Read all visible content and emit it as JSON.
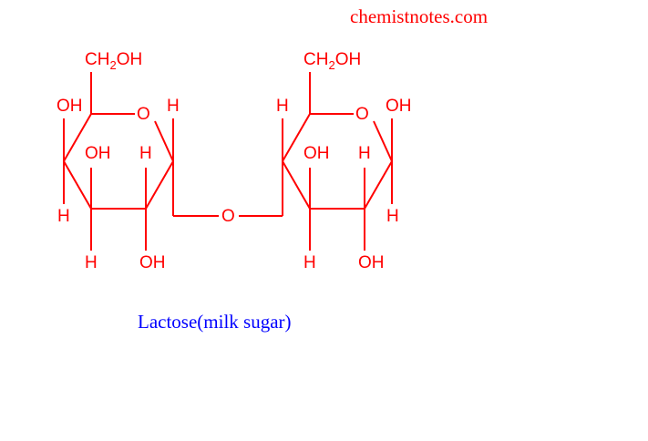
{
  "site": "chemistnotes.com",
  "caption": "Lactose(milk sugar)",
  "colors": {
    "structure": "#ff0000",
    "caption": "#0000ff",
    "background": "#ffffff"
  },
  "molecule": {
    "left_ring": {
      "ch2oh": {
        "main": "CH",
        "sub": "2",
        "tail": "OH"
      },
      "ring_oxygen": "O",
      "c4_top": "OH",
      "c4_bottom": "H",
      "c3_top": "OH",
      "c3_bottom": "H",
      "c2_top": "H",
      "c2_bottom": "OH",
      "c1_top": "H"
    },
    "bridge_oxygen": "O",
    "right_ring": {
      "ch2oh": {
        "main": "CH",
        "sub": "2",
        "tail": "OH"
      },
      "ring_oxygen": "O",
      "c4_top": "H",
      "c3_top": "OH",
      "c3_bottom": "H",
      "c2_top": "H",
      "c2_bottom": "OH",
      "c1_top": "OH",
      "c1_bottom": "H"
    }
  }
}
